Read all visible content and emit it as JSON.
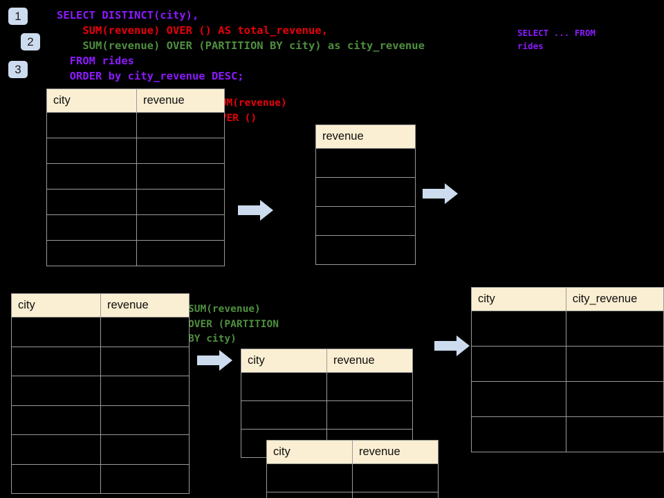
{
  "steps": [
    {
      "label": "1"
    },
    {
      "label": "2"
    },
    {
      "label": "3"
    }
  ],
  "sql": {
    "line1": "SELECT DISTINCT(city),",
    "line2": "    SUM(revenue) OVER () AS total_revenue,",
    "line3": "    SUM(revenue) OVER (PARTITION BY city) as city_revenue",
    "line4": "  FROM rides",
    "line5": "  ORDER by city_revenue DESC;",
    "aside": "SELECT ... FROM\nrides"
  },
  "annotations": {
    "over_empty": "SUM(revenue)\nOVER ()",
    "partition_by_city": "SUM(revenue)\nOVER (PARTITION\nBY city)"
  },
  "tables": {
    "rides_top": {
      "headers": [
        "city",
        "revenue"
      ],
      "row_count": 6,
      "rows": [
        [
          "",
          ""
        ],
        [
          "",
          ""
        ],
        [
          "",
          ""
        ],
        [
          "",
          ""
        ],
        [
          "",
          ""
        ],
        [
          "",
          ""
        ]
      ]
    },
    "total_revenue": {
      "headers": [
        "revenue"
      ],
      "row_count": 4,
      "rows": [
        [
          ""
        ],
        [
          ""
        ],
        [
          ""
        ],
        [
          ""
        ]
      ]
    },
    "rides_bottom": {
      "headers": [
        "city",
        "revenue"
      ],
      "row_count": 6,
      "rows": [
        [
          "",
          ""
        ],
        [
          "",
          ""
        ],
        [
          "",
          ""
        ],
        [
          "",
          ""
        ],
        [
          "",
          ""
        ],
        [
          "",
          ""
        ]
      ]
    },
    "partition_back": {
      "headers": [
        "city",
        "revenue"
      ],
      "row_count": 3,
      "rows": [
        [
          "",
          ""
        ],
        [
          "",
          ""
        ],
        [
          "",
          ""
        ]
      ]
    },
    "partition_front": {
      "headers": [
        "city",
        "revenue"
      ],
      "row_count": 2,
      "rows": [
        [
          "",
          ""
        ],
        [
          "",
          ""
        ]
      ]
    },
    "result": {
      "headers": [
        "city",
        "city_revenue"
      ],
      "row_count": 4,
      "rows": [
        [
          "",
          ""
        ],
        [
          "",
          ""
        ],
        [
          "",
          ""
        ],
        [
          "",
          ""
        ]
      ]
    }
  },
  "arrows": [
    {
      "name": "arrow-rides-to-total"
    },
    {
      "name": "arrow-total-to-result"
    },
    {
      "name": "arrow-rides-to-partition"
    },
    {
      "name": "arrow-partition-to-result"
    }
  ],
  "colors": {
    "background": "#000000",
    "badge": "#ccdcee",
    "header_cell": "#fbefd3",
    "grid_line": "#9a9a9a",
    "arrow": "#ccdcee",
    "sql_keyword": "#8c1aff",
    "sql_over_empty": "#e8000b",
    "sql_partition": "#4f8f3f"
  }
}
